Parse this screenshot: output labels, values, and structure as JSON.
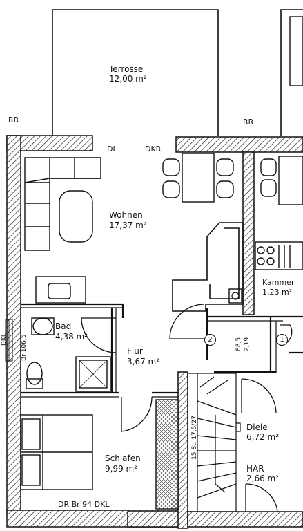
{
  "rooms": {
    "terrace": {
      "name": "Terrosse",
      "area": "12,00 m²"
    },
    "living": {
      "name": "Wohnen",
      "area": "17,37 m²"
    },
    "bath": {
      "name": "Bad",
      "area": "4,38 m²"
    },
    "hall": {
      "name": "Flur",
      "area": "3,67 m²"
    },
    "bedroom": {
      "name": "Schlafen",
      "area": "9,99 m²"
    },
    "pantry": {
      "name": "Kammer",
      "area": "1,23 m²"
    },
    "diele": {
      "name": "Diele",
      "area": "6,72 m²"
    },
    "har": {
      "name": "HAR",
      "area": "2,66 m²"
    }
  },
  "annotations": {
    "rr_left": "RR",
    "rr_right": "RR",
    "dl": "DL",
    "dkr": "DKR",
    "bottom_note": "DR  Br 94  DKL",
    "side_note": "Br 106,5",
    "side_note_short": "DKL",
    "dim_a": "88,5",
    "dim_b": "2,19",
    "marker_2": "2",
    "marker_1": "1",
    "stair_label": "15 St. 17,5/27"
  },
  "colors": {
    "line": "#111111",
    "hatch": "#222222",
    "paper": "#ffffff"
  }
}
